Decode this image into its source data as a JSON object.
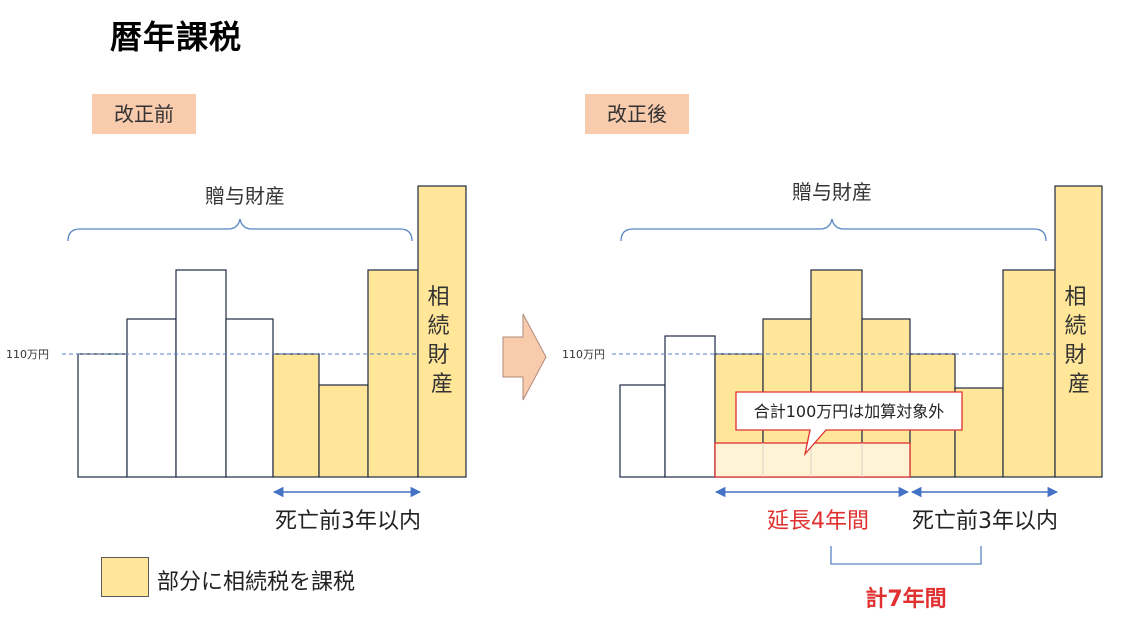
{
  "title": "暦年課税",
  "legend": {
    "label": "部分に相続税を課税",
    "color": "#ffe699"
  },
  "colors": {
    "taxed": "#ffe699",
    "untaxed": "#ffffff",
    "arrow": "#f8cbad",
    "accent_red": "#e03030",
    "bracket_blue": "#5a86c4"
  },
  "panels": {
    "before": {
      "label": "改正前",
      "threshold_label": "110万円",
      "gift_label": "贈与財産",
      "inheritance_label": "相続財産",
      "period_label": "死亡前3年以内"
    },
    "after": {
      "label": "改正後",
      "threshold_label": "110万円",
      "gift_label": "贈与財産",
      "inheritance_label": "相続財産",
      "period_label": "死亡前3年以内",
      "extension_label": "延長4年間",
      "total_label": "計7年間",
      "callout": "合計100万円は加算対象外"
    }
  }
}
